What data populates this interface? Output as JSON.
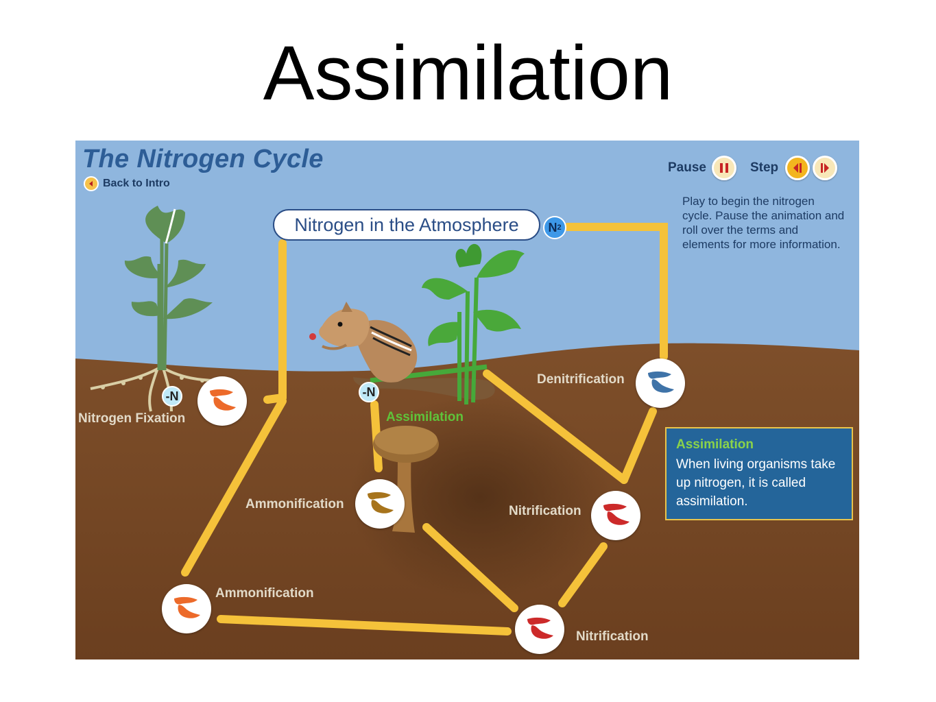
{
  "slide": {
    "title": "Assimilation"
  },
  "app": {
    "title": "The Nitrogen Cycle",
    "back_label": "Back to Intro",
    "pause_label": "Pause",
    "step_label": "Step",
    "instructions": "Play to begin the nitrogen cycle. Pause the animation and roll over the terms and elements for more information."
  },
  "diagram": {
    "atmosphere_label": "Nitrogen in the Atmosphere",
    "n2_symbol": "N",
    "n2_subscript": "2",
    "n_symbol": "-N",
    "stages": {
      "nitrogen_fixation": "Nitrogen Fixation",
      "assimilation": "Assimilation",
      "denitrification": "Denitrification",
      "ammonification_upper": "Ammonification",
      "ammonification_lower": "Ammonification",
      "nitrification_upper": "Nitrification",
      "nitrification_lower": "Nitrification"
    }
  },
  "info_panel": {
    "title": "Assimilation",
    "text": "When living organisms take up nitrogen, it is called assimilation."
  },
  "colors": {
    "sky": "#8fb6de",
    "soil": "#7a4c28",
    "path": "#f5c23a",
    "title_blue": "#2d5d96",
    "bacteria_orange": "#ec6a2a",
    "bacteria_red": "#cc2a2a",
    "bacteria_blue": "#3f73a8",
    "bacteria_brown": "#a7741c",
    "info_bg": "#24659a",
    "info_border": "#e9c44c",
    "stage_green": "#5fc33a"
  }
}
